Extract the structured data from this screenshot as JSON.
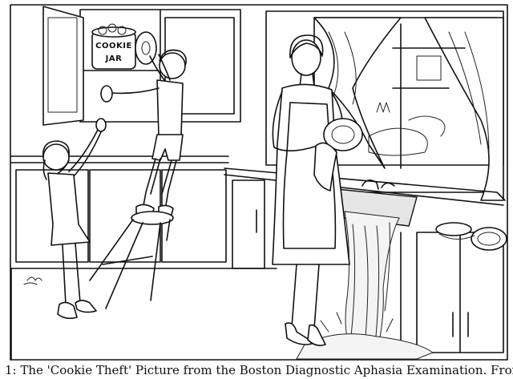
{
  "illustration": {
    "jar_label_line1": "COOKIE",
    "jar_label_line2": "JAR"
  },
  "caption": {
    "text": "1: The 'Cookie Theft' Picture from the Boston Diagnostic Aphasia Examination. From the BD"
  }
}
